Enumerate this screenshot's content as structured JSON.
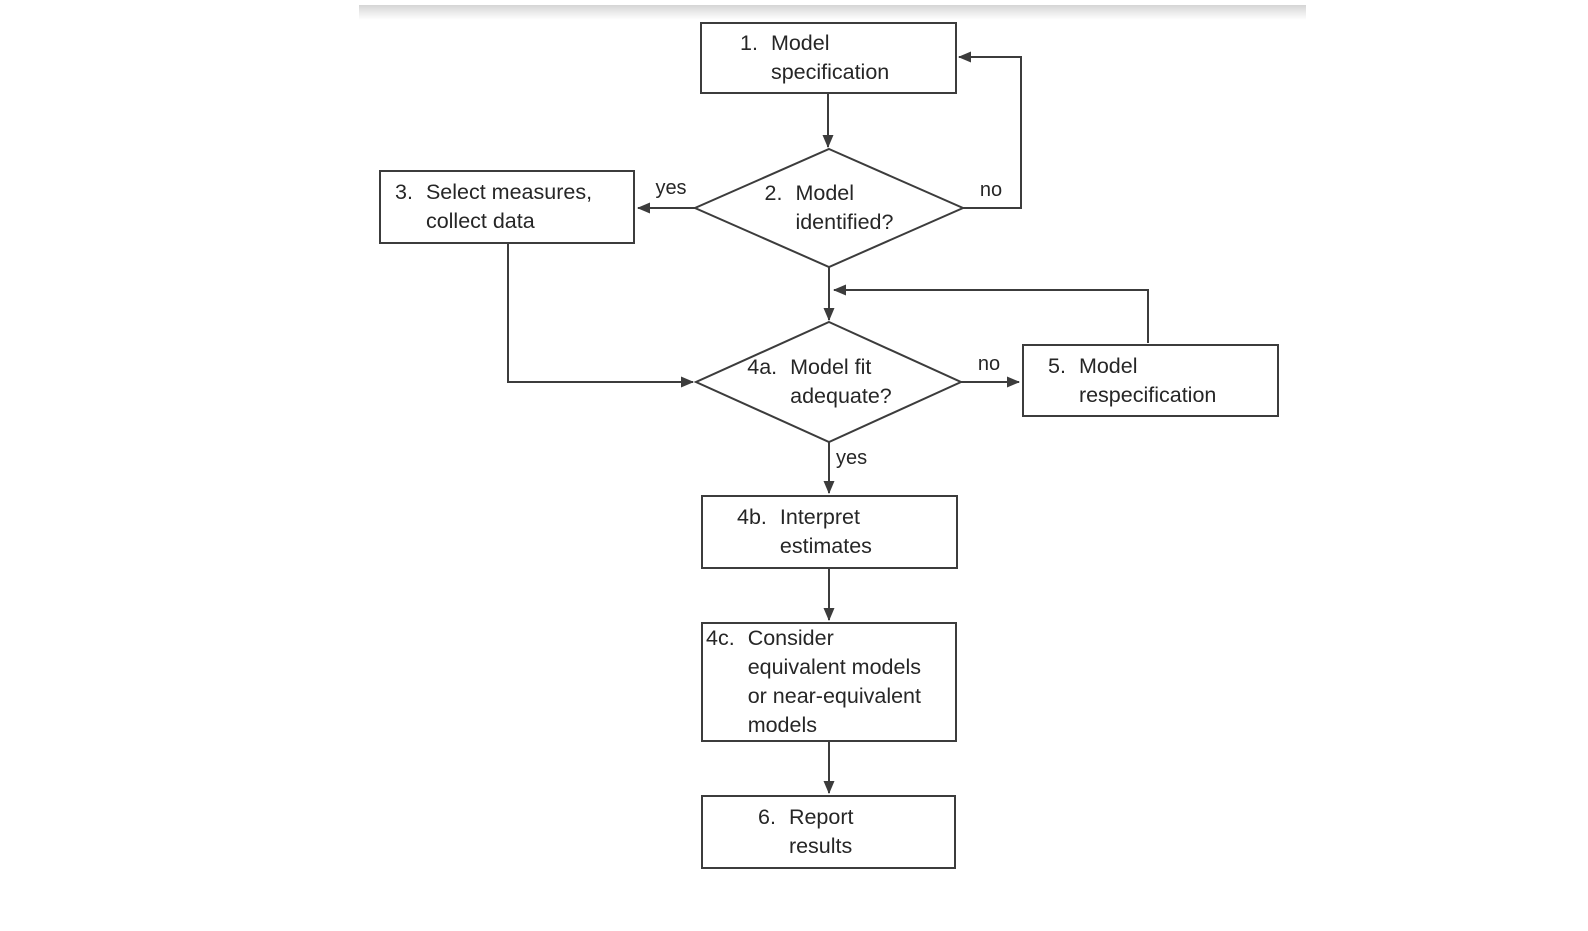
{
  "diagram": {
    "title_hint": "Structural equation modeling steps flowchart",
    "nodes": {
      "n1": {
        "number": "1.",
        "lines": [
          "Model",
          "specification"
        ]
      },
      "n2": {
        "number": "2.",
        "lines": [
          "Model",
          "identified?"
        ]
      },
      "n3": {
        "number": "3.",
        "lines": [
          "Select measures,",
          "collect data"
        ]
      },
      "n4a": {
        "number": "4a.",
        "lines": [
          "Model fit",
          "adequate?"
        ]
      },
      "n4b": {
        "number": "4b.",
        "lines": [
          "Interpret",
          "estimates"
        ]
      },
      "n4c": {
        "number": "4c.",
        "lines": [
          "Consider",
          "equivalent models",
          "or near-equivalent",
          "models"
        ]
      },
      "n5": {
        "number": "5.",
        "lines": [
          "Model",
          "respecification"
        ]
      },
      "n6": {
        "number": "6.",
        "lines": [
          "Report",
          "results"
        ]
      }
    },
    "edge_labels": {
      "model_identified_yes": "yes",
      "model_identified_no": "no",
      "model_fit_no": "no",
      "model_fit_yes": "yes"
    },
    "colors": {
      "line": "#3c3c3c",
      "text": "#262626",
      "background": "#ffffff",
      "top_shade": "#d5d5d5"
    }
  }
}
